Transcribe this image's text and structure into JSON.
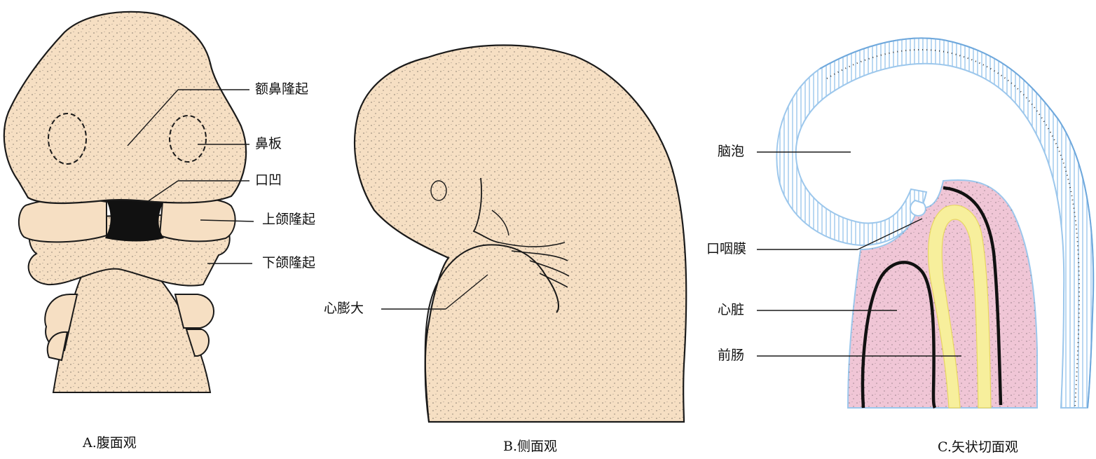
{
  "panels": {
    "a": {
      "caption": "A.腹面观",
      "labels": {
        "frontonasal": "额鼻隆起",
        "nasal_placode": "鼻板",
        "stomodeum": "口凹",
        "maxillary": "上颌隆起",
        "mandibular": "下颌隆起"
      }
    },
    "b": {
      "caption": "B.侧面观",
      "labels": {
        "heart_bulge": "心膨大"
      }
    },
    "c": {
      "caption": "C.矢状切面观",
      "labels": {
        "brain_vesicle": "脑泡",
        "oropharyngeal_membrane": "口咽膜",
        "heart": "心脏",
        "foregut": "前肠"
      }
    }
  },
  "colors": {
    "skin": "#f6dfc3",
    "outline": "#1a1a1a",
    "ectoderm": "#9cc7ec",
    "mesenchyme": "#f0c6d6",
    "endoderm": "#f3e68a"
  }
}
